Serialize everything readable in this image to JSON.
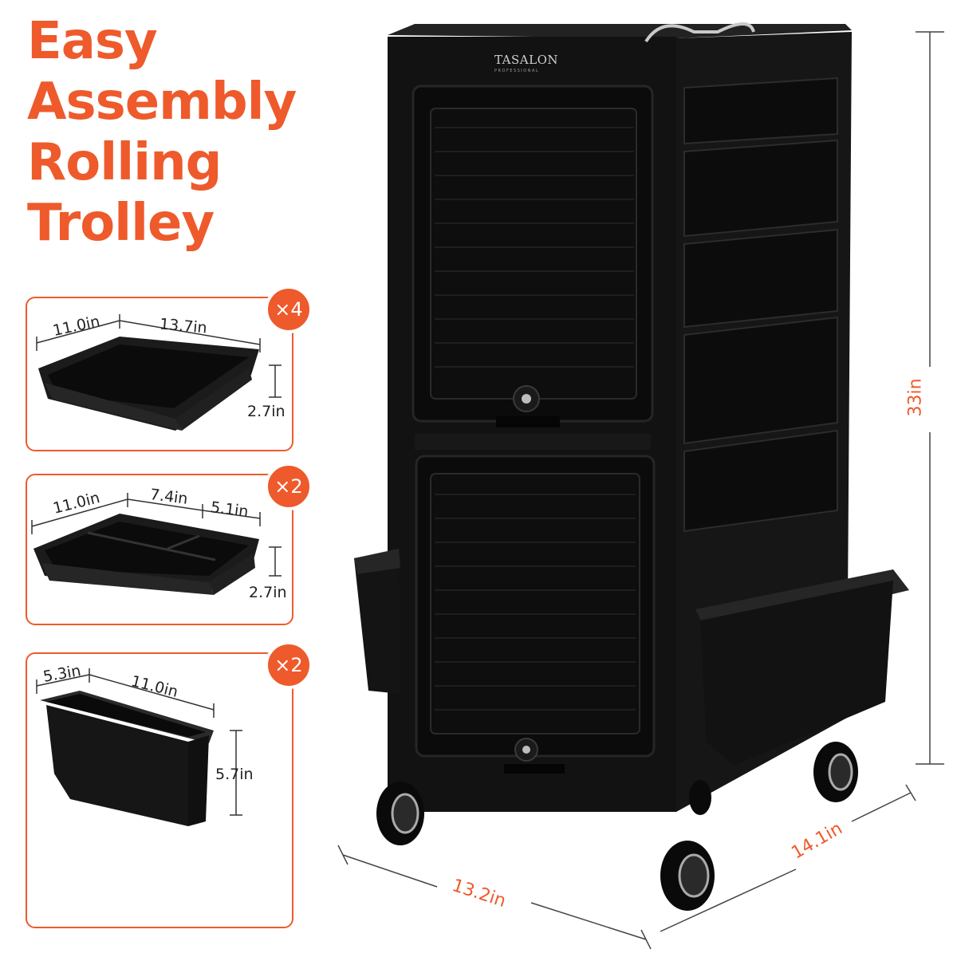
{
  "headline": [
    "Easy",
    "Assembly",
    "Rolling",
    "Trolley"
  ],
  "brand": {
    "name": "TASALON",
    "sub": "PROFESSIONAL"
  },
  "trays": [
    {
      "qty": "×4",
      "width": "11.0in",
      "length": "13.7in",
      "height": "2.7in"
    },
    {
      "qty": "×2",
      "width": "11.0in",
      "length_a": "7.4in",
      "length_b": "5.1in",
      "height": "2.7in"
    },
    {
      "qty": "×2",
      "width": "5.3in",
      "length": "11.0in",
      "height": "5.7in"
    }
  ],
  "cart_dims": {
    "height": "33in",
    "width": "13.2in",
    "depth": "14.1in"
  },
  "colors": {
    "accent": "#ee5a2b",
    "product": "#141414"
  }
}
